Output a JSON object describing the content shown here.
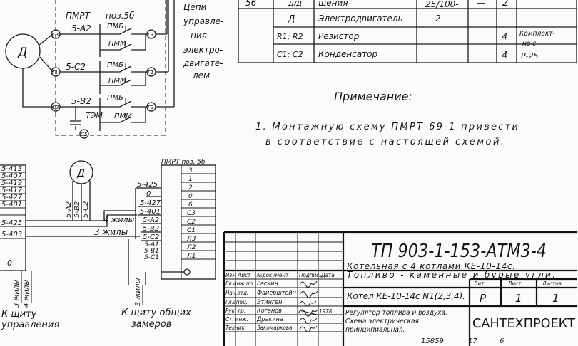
{
  "colors": {
    "ink": "#1a1a1a",
    "paper": "#fbfbf9"
  },
  "top_schematic": {
    "header_pmrt": "ПМРТ",
    "header_pos": "поз.5б",
    "motor": "Д",
    "wire_labels": [
      "5-А2",
      "5-С2",
      "5-В2"
    ],
    "relay_labels": [
      "ПМБ",
      "ПММ",
      "ПМБ",
      "ПММ",
      "ПМБ",
      "ПММ"
    ],
    "tem": "ТЭМ",
    "terminals_left": [
      "С3",
      "Г1",
      "С2",
      "С5"
    ],
    "terminals_right": [
      "Г3",
      "Г1",
      "Г2"
    ]
  },
  "control_text": [
    "Цепи",
    "управле-",
    "ния",
    "электро-",
    "двигате-",
    "лем"
  ],
  "spec_table": {
    "rows": [
      {
        "pos": "56",
        "ref": "",
        "name": "щения",
        "qty": "25/100-",
        "dash": "—",
        "count": "2",
        "note": ""
      },
      {
        "pos": "",
        "ref": "Д",
        "name": "Электродвигатель",
        "qty": "2",
        "dash": "",
        "count": "",
        "note": ""
      },
      {
        "pos": "",
        "ref": "R1; R2",
        "name": "Резистор",
        "qty": "",
        "dash": "",
        "count": "4",
        "note": "Комплект-"
      },
      {
        "pos": "",
        "ref": "С1; С2",
        "name": "Конденсатор",
        "qty": "",
        "dash": "",
        "count": "4",
        "note": "Р-25"
      }
    ],
    "note_extra": "но с",
    "ref_top": "Д/Д"
  },
  "note": {
    "title": "Примечание:",
    "line1": "1. Монтажную     схему ПМРТ-69-1 привести",
    "line2": "в соответствие   с   настоящей  схемой."
  },
  "bottom_left": {
    "terminals": [
      "5-413",
      "5-407",
      "5-419",
      "5-417",
      "5-427",
      "5-401",
      "5-425",
      "5-403"
    ],
    "zero": "0",
    "cable_top": "4 жилы",
    "cable_main": "3 жилы",
    "motor": "Д",
    "wires": [
      "5-А2",
      "5-В2",
      "5-С2"
    ],
    "vert_3": "3 жилы",
    "vert_4": "4 жилы",
    "dest_line1": "К щиту",
    "dest_line2": "управления"
  },
  "terminal_block": {
    "header": "ПМРТ поз. 5б",
    "left_labels": [
      "5-425",
      "0",
      "5-427",
      "5-401",
      "5-А2",
      "5-В2",
      "5-С2",
      "5-А1",
      "5-В1",
      "5-С1"
    ],
    "right_labels": [
      "3",
      "1",
      "2",
      "0",
      "6",
      "С3",
      "С2",
      "С1",
      "Л3",
      "Л2",
      "Л1"
    ],
    "vert": "3 жилы",
    "dest_line1": "К щиту общих",
    "dest_line2": "замеров"
  },
  "title_block": {
    "designation": "ТП 903-1-153-АТМ3-4",
    "subtitle1": "Котельная с 4 котлами КЕ-10-14с.",
    "subtitle2": "Топливо - каменные и бурые угли.",
    "col_headers": [
      "Изм",
      "Лист",
      "№документ",
      "Подпись",
      "Дата"
    ],
    "roles": [
      "Гл.инж.пр",
      "Нач.отд.",
      "Гл.спец.",
      "Рук. гр.",
      "Ст. инж.",
      "Техник"
    ],
    "names": [
      "Раскин",
      "Файерштейн",
      "Этинген",
      "Коганов",
      "Дракина",
      "Закомаркова"
    ],
    "year": "1978",
    "object": "Котел КЕ-10-14с N1(2,3,4).",
    "lit_h": "Лит.",
    "sheet_h": "Лист",
    "sheets_h": "Листов",
    "lit": "Р",
    "sheet": "1",
    "sheets": "1",
    "desc1": "Регулятор топлива и воздуха.",
    "desc2": "Схема электрическая",
    "desc3": "принципиальная.",
    "org": "САНТЕХПРОЕКТ"
  },
  "footer": {
    "num": "15859",
    "n1": "17",
    "n2": "6"
  }
}
